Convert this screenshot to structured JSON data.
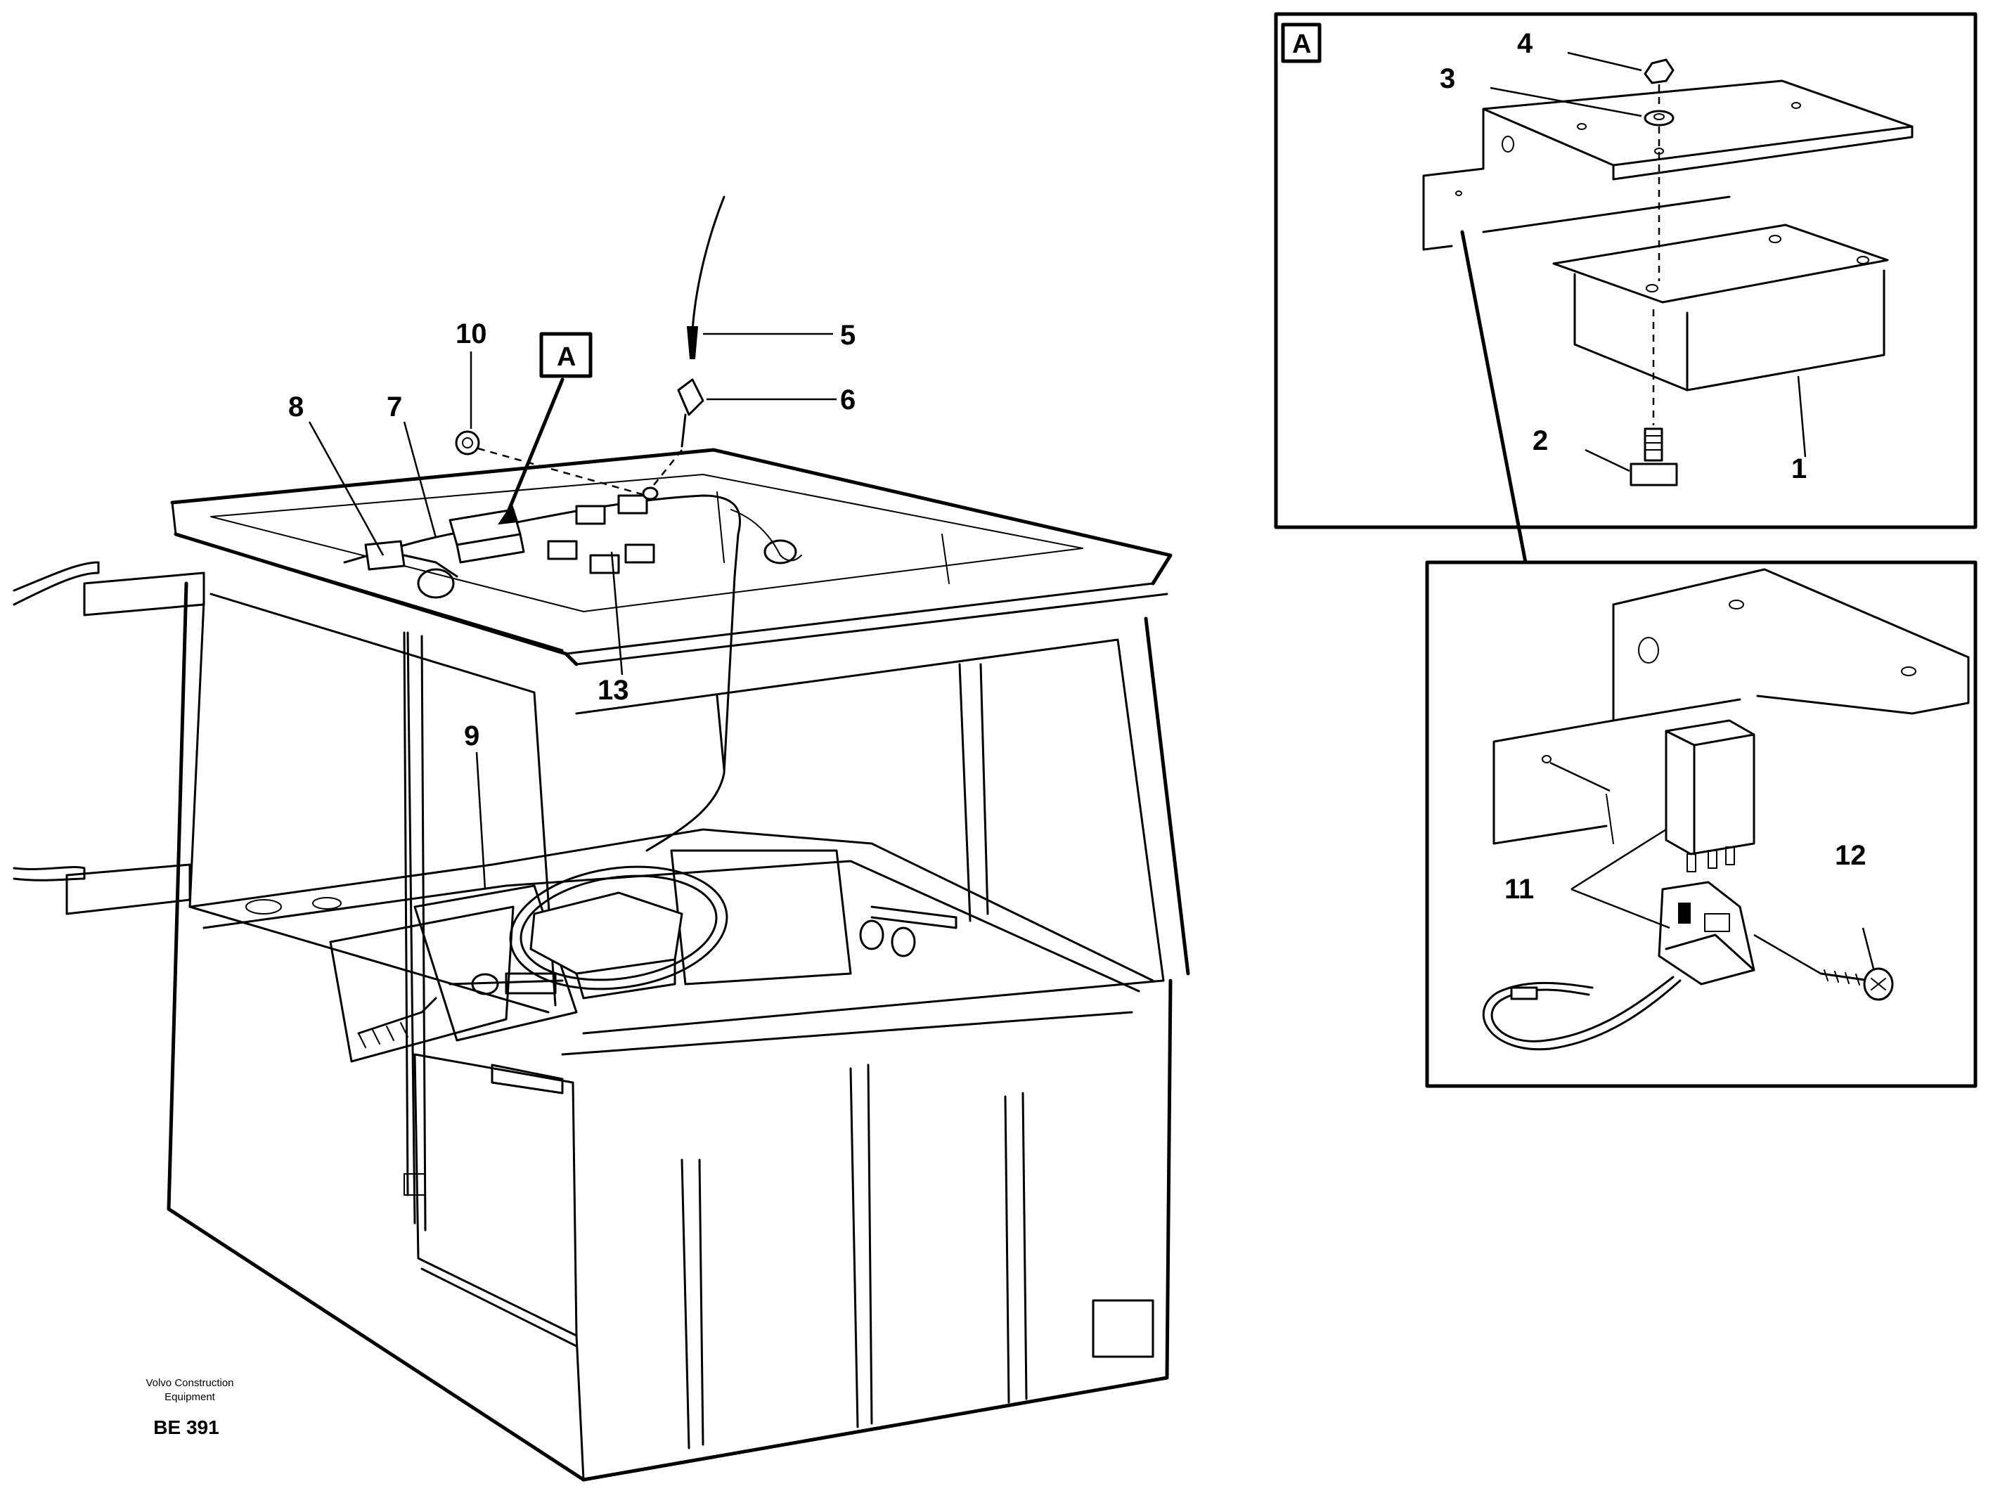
{
  "callouts": {
    "c1": "1",
    "c2": "2",
    "c3": "3",
    "c4": "4",
    "c5": "5",
    "c6": "6",
    "c7": "7",
    "c8": "8",
    "c9": "9",
    "c10": "10",
    "c11": "11",
    "c12": "12",
    "c13": "13"
  },
  "detail_label": "A",
  "view_marker_label": "A",
  "credit": {
    "line1": "Volvo Construction",
    "line2": "Equipment",
    "code": "BE 391"
  }
}
